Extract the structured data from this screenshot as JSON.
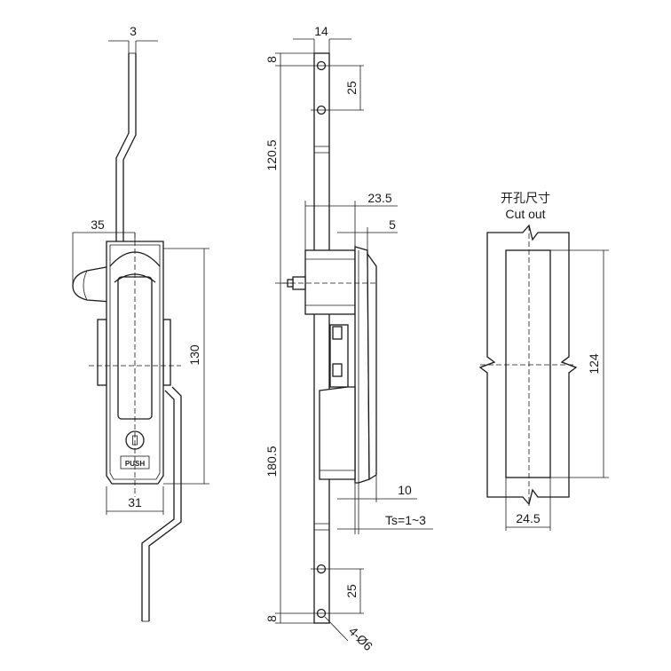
{
  "front_view": {
    "dim_top_width": "3",
    "dim_handle_offset": "35",
    "dim_body_height": "130",
    "dim_body_width": "31",
    "button_label": "PUSH"
  },
  "side_view": {
    "dim_rod_width": "14",
    "dim_top_hole_edge": "8",
    "dim_top_hole_pitch": "25",
    "dim_upper_length": "120.5",
    "dim_depth": "23.5",
    "dim_flange": "5",
    "dim_lower_length": "180.5",
    "dim_cam": "10",
    "dim_thickness": "Ts=1~3",
    "dim_bottom_hole_pitch": "25",
    "dim_bottom_hole_edge": "8",
    "dim_holes": "4-Ø6"
  },
  "cutout": {
    "title_cn": "开孔尺寸",
    "title_en": "Cut out",
    "dim_height": "124",
    "dim_width": "24.5"
  }
}
